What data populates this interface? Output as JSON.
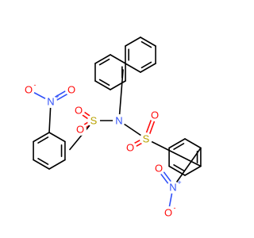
{
  "structure": {
    "atoms": [
      {
        "label": "N",
        "color": "#3050f8"
      },
      {
        "label": "S",
        "color": "#b8a200"
      },
      {
        "label": "S",
        "color": "#b8a200"
      },
      {
        "label": "O",
        "color": "#ff0d0d"
      },
      {
        "label": "O",
        "color": "#ff0d0d"
      },
      {
        "label": "O",
        "color": "#ff0d0d"
      },
      {
        "label": "O",
        "color": "#ff0d0d"
      },
      {
        "label": "N",
        "color": "#3050f8",
        "charge": "+"
      },
      {
        "label": "O",
        "color": "#ff0d0d",
        "charge": "-"
      },
      {
        "label": "O",
        "color": "#ff0d0d"
      },
      {
        "label": "N",
        "color": "#3050f8",
        "charge": "+"
      },
      {
        "label": "O",
        "color": "#ff0d0d",
        "charge": "-"
      },
      {
        "label": "O",
        "color": "#ff0d0d"
      }
    ]
  }
}
